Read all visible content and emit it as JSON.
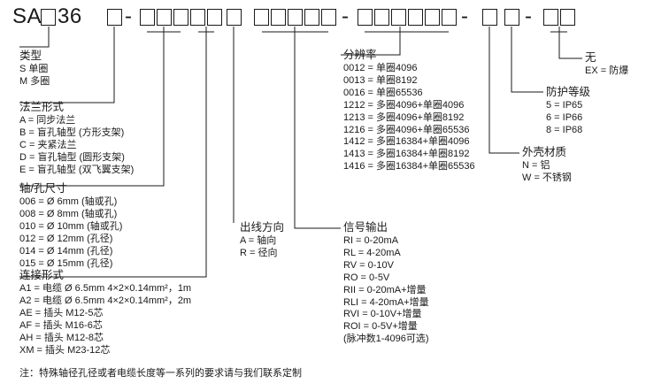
{
  "code": {
    "prefix": "SA",
    "model": "36",
    "dash": "-"
  },
  "groups": {
    "type": {
      "title": "类型",
      "items": [
        "S 单圈",
        "M 多圈"
      ]
    },
    "flange": {
      "title": "法兰形式",
      "items": [
        "A = 同步法兰",
        "B = 盲孔轴型 (方形支架)",
        "C = 夹紧法兰",
        "D = 盲孔轴型 (圆形支架)",
        "E = 盲孔轴型 (双飞翼支架)"
      ]
    },
    "shaft": {
      "title": "轴/孔尺寸",
      "items": [
        "006 = Ø 6mm (轴或孔)",
        "008 = Ø 8mm (轴或孔)",
        "010 = Ø 10mm (轴或孔)",
        "012 = Ø 12mm (孔径)",
        "014 = Ø 14mm (孔径)",
        "015 = Ø 15mm (孔径)"
      ]
    },
    "connection": {
      "title": "连接形式",
      "items": [
        "A1 = 电缆 Ø 6.5mm 4×2×0.14mm²，1m",
        "A2 = 电缆 Ø 6.5mm 4×2×0.14mm²，2m",
        "AE = 插头 M12-5芯",
        "AF = 插头 M16-6芯",
        "AH = 插头 M12-8芯",
        "XM = 插头 M23-12芯"
      ]
    },
    "outlet": {
      "title": "出线方向",
      "items": [
        "A = 轴向",
        "R = 径向"
      ]
    },
    "signal": {
      "title": "信号输出",
      "items": [
        "RI = 0-20mA",
        "RL = 4-20mA",
        "RV = 0-10V",
        "RO = 0-5V",
        "RII = 0-20mA+增量",
        "RLI = 4-20mA+增量",
        "RVI = 0-10V+增量",
        "ROI = 0-5V+增量",
        "(脉冲数1-4096可选)"
      ]
    },
    "resolution": {
      "title": "分辨率",
      "items": [
        "0012 = 单圈4096",
        "0013 = 单圈8192",
        "0016 = 单圈65536",
        "1212 = 多圈4096+单圈4096",
        "1213 = 多圈4096+单圈8192",
        "1216 = 多圈4096+单圈65536",
        "1412 = 多圈16384+单圈4096",
        "1413 = 多圈16384+单圈8192",
        "1416 = 多圈16384+单圈65536"
      ]
    },
    "housing": {
      "title": "外壳材质",
      "items": [
        "N = 铝",
        "W = 不锈钢"
      ]
    },
    "protection": {
      "title": "防护等级",
      "items": [
        "5 = IP65",
        "6 = IP66",
        "8 = IP68"
      ]
    },
    "ex": {
      "title": "无",
      "items": [
        "EX = 防爆"
      ]
    }
  },
  "note": "注：特殊轴径孔径或者电缆长度等一系列的要求请与我们联系定制"
}
